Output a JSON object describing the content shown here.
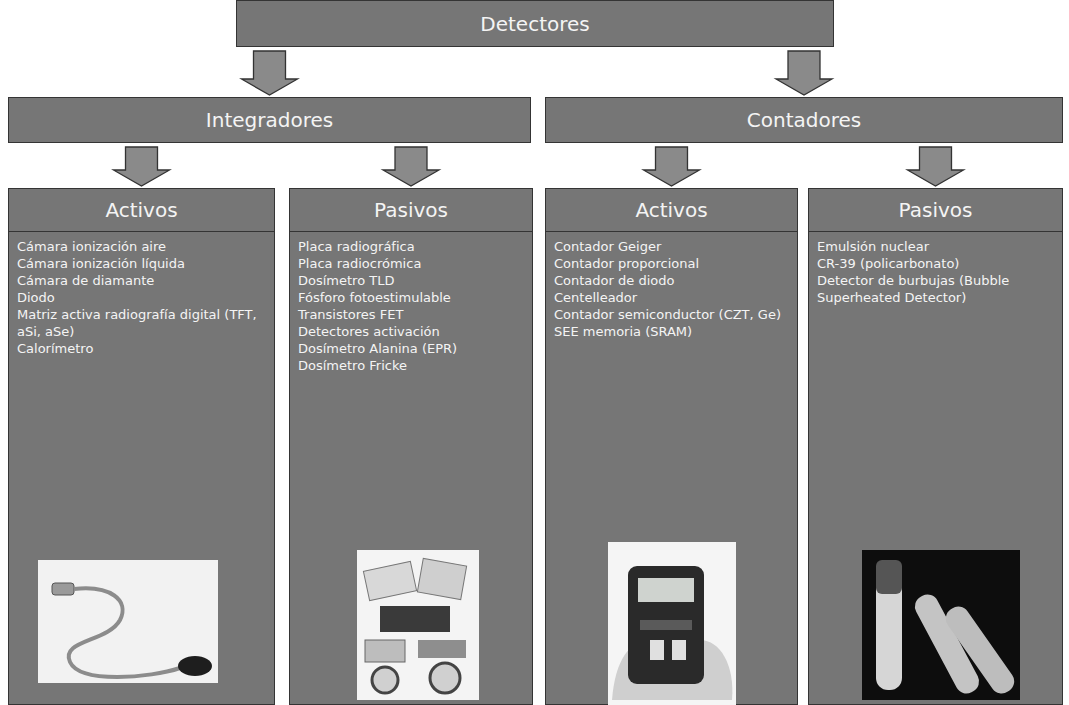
{
  "diagram": {
    "nodes": [
      {
        "text": [
          "Detectores"
        ]
      },
      {
        "text": [
          "Integradores"
        ]
      },
      {
        "text": [
          "Contadores"
        ]
      },
      {
        "text": [
          "Activos"
        ]
      },
      {
        "text": [
          "Pasivos"
        ]
      },
      {
        "text": [
          "Activos"
        ]
      },
      {
        "text": [
          "Pasivos"
        ]
      },
      {
        "text": [
          "Cámara ionización aire",
          "Cámara ionización líquida",
          "Cámara de diamante",
          "Diodo",
          "Matriz activa radiografía digital (TFT, aSi, aSe)",
          "Calorímetro"
        ]
      },
      {
        "text": [
          "Placa radiográfica",
          "Placa radiocrómica",
          "Dosímetro TLD",
          "Fósforo fotoestimulable",
          "Transistores FET",
          "Detectores activación",
          "Dosímetro Alanina (EPR)",
          "Dosímetro Fricke"
        ]
      },
      {
        "text": [
          "Contador Geiger",
          "Contador proporcional",
          "Contador de diodo",
          "Centelleador",
          "Contador semiconductor (CZT, Ge)",
          "SEE memoria (SRAM)"
        ]
      },
      {
        "text": [
          "Emulsión nuclear",
          "CR-39 (policarbonato)",
          "Detector de burbujas (Bubble Superheated Detector)"
        ]
      }
    ],
    "edges": [
      {
        "from": 0,
        "to": 1,
        "arrow": "to"
      },
      {
        "from": 0,
        "to": 2,
        "arrow": "to"
      },
      {
        "from": 1,
        "to": 3,
        "arrow": "to"
      },
      {
        "from": 1,
        "to": 4,
        "arrow": "to"
      },
      {
        "from": 2,
        "to": 5,
        "arrow": "to"
      },
      {
        "from": 2,
        "to": 6,
        "arrow": "to"
      }
    ]
  }
}
